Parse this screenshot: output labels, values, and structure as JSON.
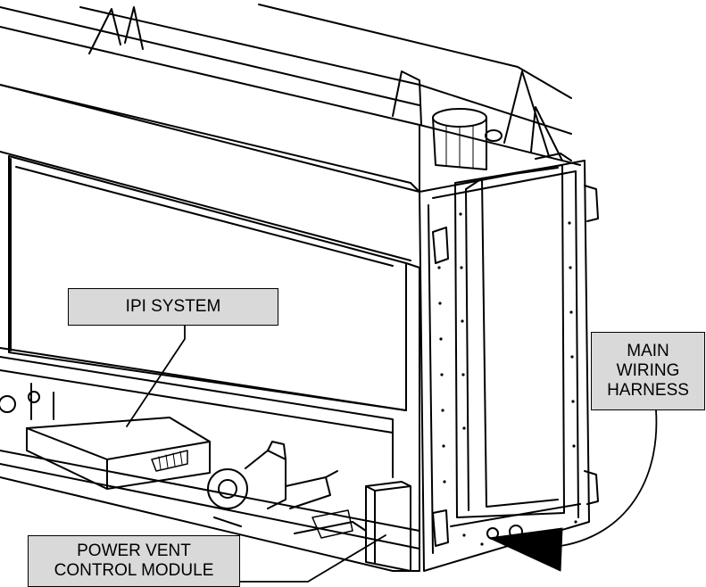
{
  "labels": {
    "ipi_system": "IPI SYSTEM",
    "main_wiring_harness": [
      "MAIN",
      "WIRING",
      "HARNESS"
    ],
    "power_vent_control_module": [
      "POWER VENT",
      "CONTROL MODULE"
    ]
  },
  "colors": {
    "callout_fill": "#d9d9d9",
    "line": "#000000",
    "background": "#ffffff"
  }
}
